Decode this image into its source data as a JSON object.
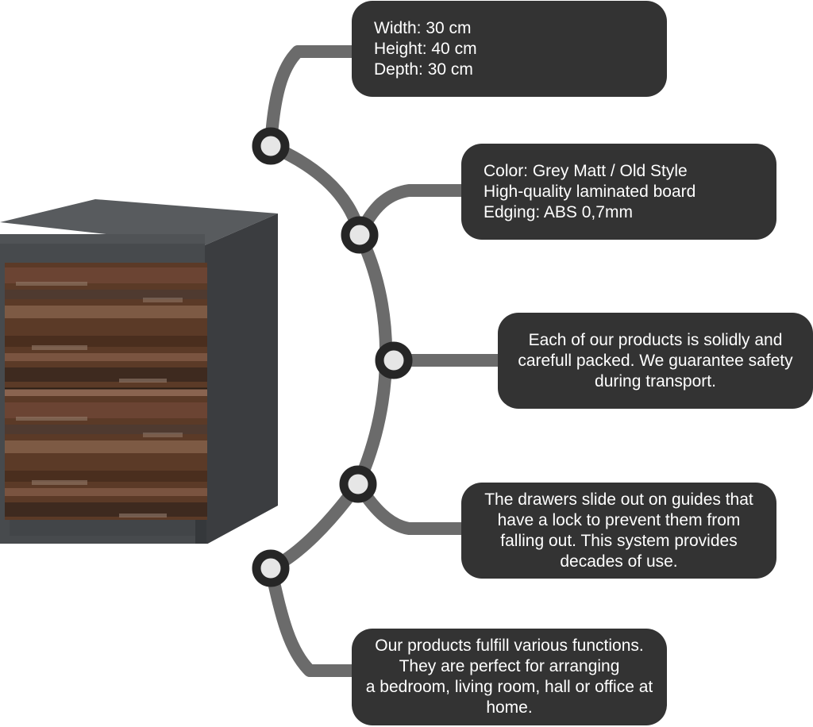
{
  "colors": {
    "box_background": "#333333",
    "box_text": "#ffffff",
    "connector": "#6b6b6b",
    "node_ring": "#262626",
    "node_fill": "#e6e6e6",
    "cabinet_body": "#474a4d",
    "wood_front": "#5b3a27"
  },
  "product_image": {
    "name": "bedside-cabinet"
  },
  "callouts": [
    {
      "lines": [
        "Width: 30 cm",
        "Height: 40 cm",
        "Depth: 30 cm"
      ]
    },
    {
      "lines": [
        "Color: Grey Matt / Old Style",
        "High-quality laminated board",
        "Edging: ABS 0,7mm"
      ]
    },
    {
      "lines": [
        "Each of our products is solidly and",
        "carefull packed. We guarantee safety",
        "during transport."
      ]
    },
    {
      "lines": [
        "The drawers slide out on guides that",
        "have a lock to prevent them from",
        "falling out. This system provides",
        "decades of use."
      ]
    },
    {
      "lines": [
        "Our products fulfill various functions.",
        "They are perfect for arranging",
        "a bedroom, living room, hall or office at",
        "home."
      ]
    }
  ]
}
